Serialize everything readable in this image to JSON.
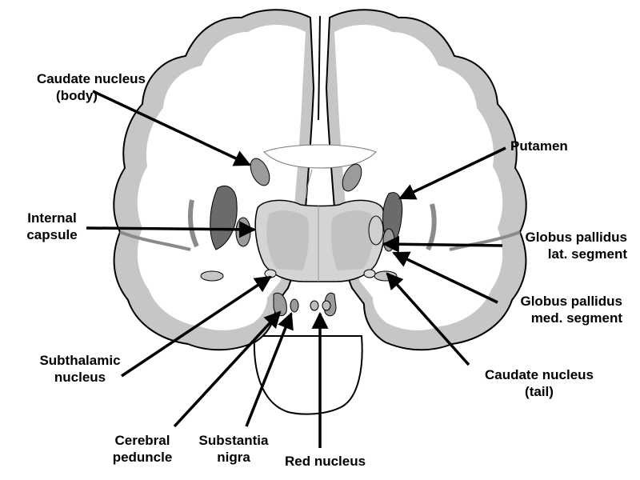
{
  "colors": {
    "white_matter": "#ffffff",
    "cortex": "#c6c6c6",
    "light_structure": "#cfcfcf",
    "thalamus": "#d4d4d4",
    "medium_structure": "#9b9b9b",
    "putamen": "#6b6b6b",
    "outline": "#000000",
    "arrow": "#000000"
  },
  "labels": {
    "caudate_body": {
      "line1": "Caudate nucleus",
      "line2": "(body)"
    },
    "putamen": {
      "line1": "Putamen"
    },
    "internal_capsule": {
      "line1": "Internal",
      "line2": "capsule"
    },
    "gp_lateral": {
      "line1": "Globus pallidus",
      "line2": "lat. segment"
    },
    "gp_medial": {
      "line1": "Globus pallidus",
      "line2": "med. segment"
    },
    "caudate_tail": {
      "line1": "Caudate nucleus",
      "line2": "(tail)"
    },
    "subthalamic": {
      "line1": "Subthalamic",
      "line2": "nucleus"
    },
    "cerebral_peduncle": {
      "line1": "Cerebral",
      "line2": "peduncle"
    },
    "substantia_nigra": {
      "line1": "Substantia",
      "line2": "nigra"
    },
    "red_nucleus": {
      "line1": "Red nucleus"
    }
  }
}
